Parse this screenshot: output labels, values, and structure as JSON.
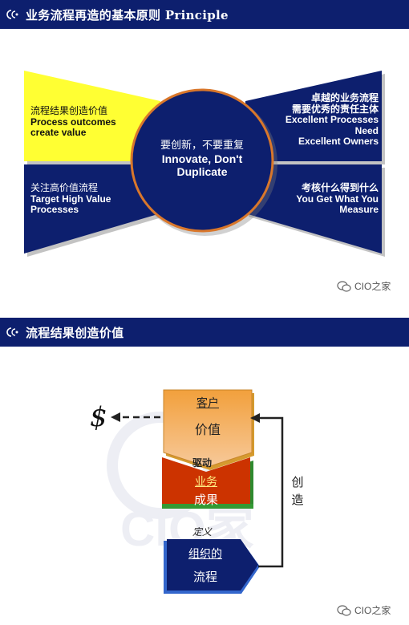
{
  "section1": {
    "header_title": "业务流程再造的基本原则 Principle",
    "top_left": [
      "流程结果创造价值",
      "Process outcomes",
      "create value"
    ],
    "top_right": [
      "卓越的业务流程",
      "需要优秀的责任主体",
      "Excellent Processes",
      "Need",
      "Excellent Owners"
    ],
    "bottom_left": [
      "关注高价值流程",
      "Target High Value",
      "Processes"
    ],
    "bottom_right": [
      "考核什么得到什么",
      "You Get What You",
      "Measure"
    ],
    "center": [
      "要创新，不要重复",
      "Innovate, Don't",
      "Duplicate"
    ],
    "watermark": "CIO之家"
  },
  "section2": {
    "header_title": "流程结果创造价值",
    "dollar": "$",
    "box1_top": "客户",
    "box1_bottom": "价值",
    "arrow1_label": "驱动",
    "box2_top": "业务",
    "box2_bottom": "成果",
    "arrow2_label": "定义",
    "box3_top": "组织的",
    "box3_bottom": "流程",
    "loop_label": [
      "创",
      "造"
    ],
    "watermark": "CIO之家"
  },
  "colors": {
    "navy": "#0d1f6e",
    "yellow": "#ffff33",
    "orange_top": "#f2a03c",
    "orange_bottom": "#f7c99a",
    "red": "#cc3300",
    "green": "#339933",
    "blue_edge": "#3366cc"
  }
}
